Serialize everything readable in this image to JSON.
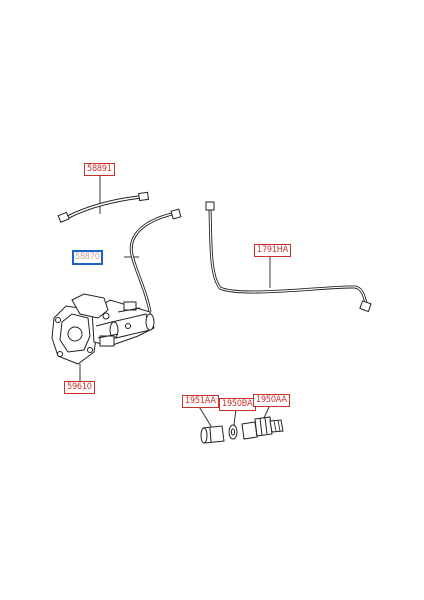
{
  "parts": [
    {
      "id": "p1",
      "number": "58891"
    },
    {
      "id": "p2",
      "number": "58870",
      "selected": true
    },
    {
      "id": "p3",
      "number": "1791HA"
    },
    {
      "id": "p4",
      "number": "59610"
    },
    {
      "id": "p5",
      "number": "1951AA"
    },
    {
      "id": "p6",
      "number": "1950BA"
    },
    {
      "id": "p7",
      "number": "1950AA"
    }
  ]
}
